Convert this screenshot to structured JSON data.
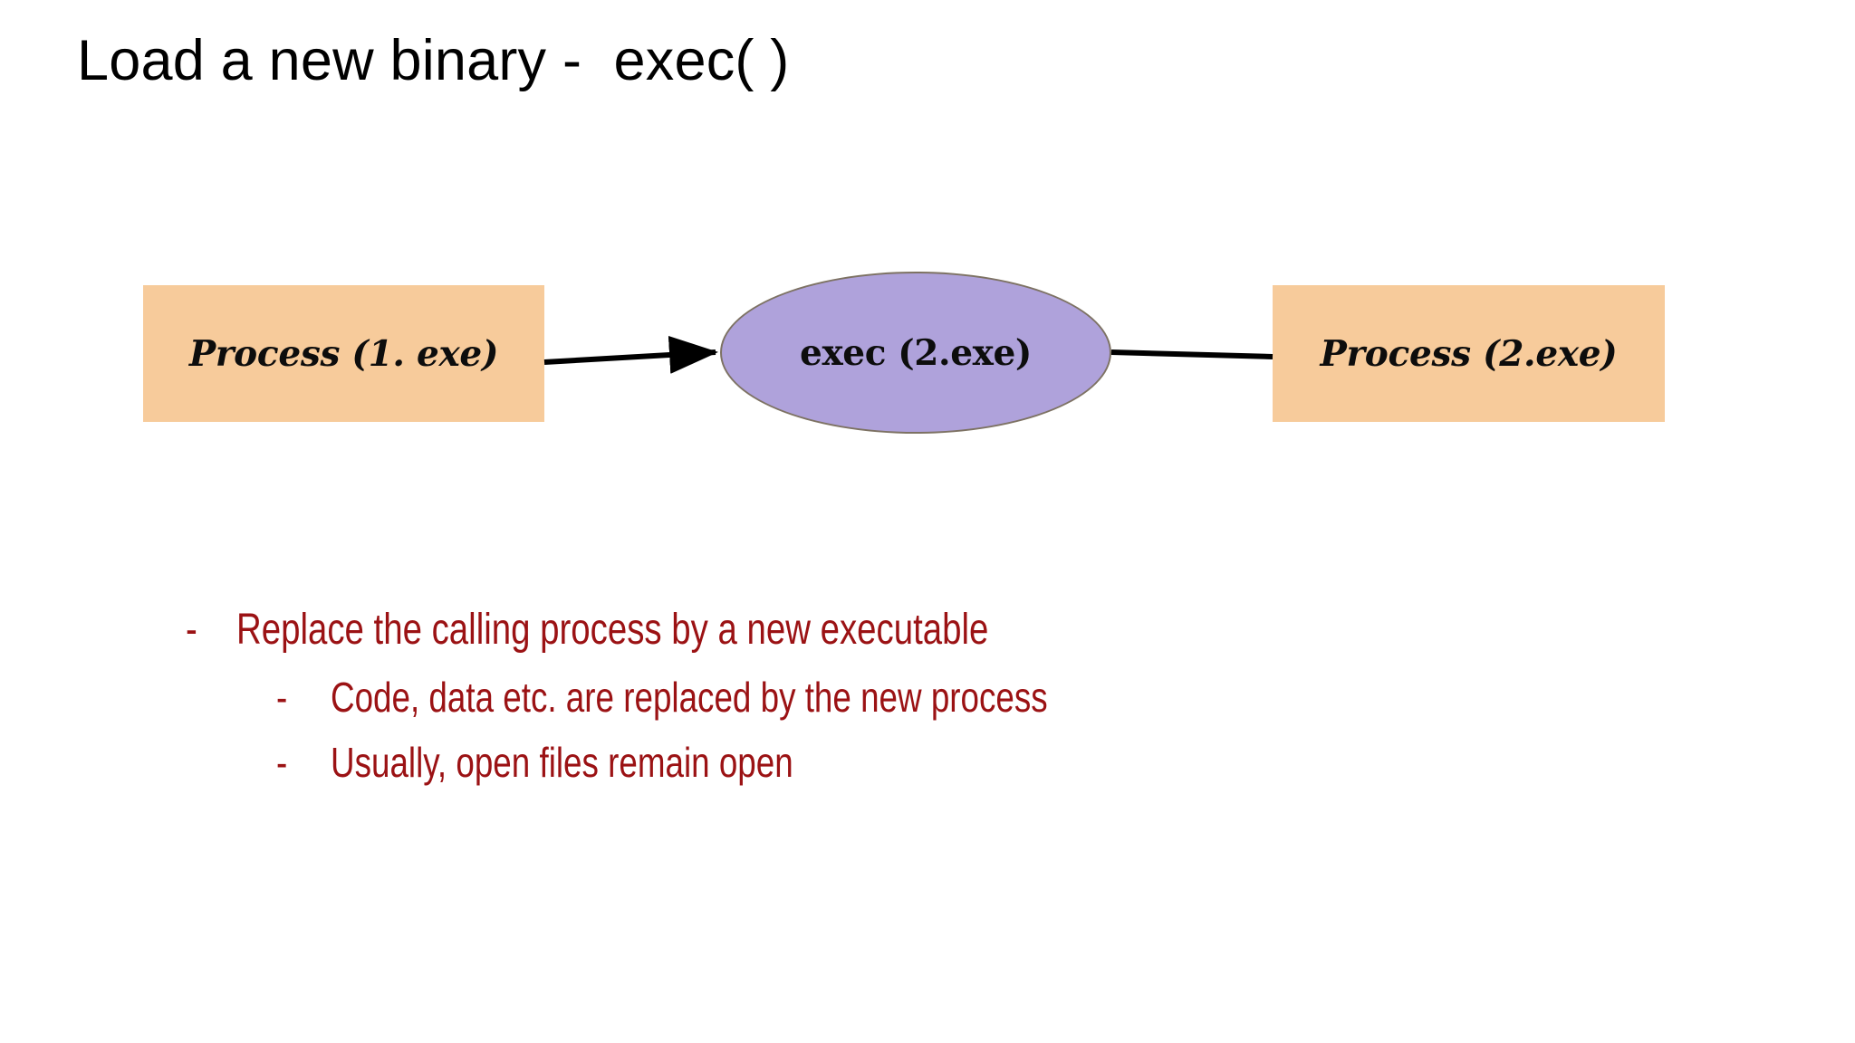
{
  "slide": {
    "background_color": "#FFFFFF",
    "title": "Load a new binary -  exec( )"
  },
  "diagram": {
    "nodes": [
      {
        "id": "process-1",
        "shape": "rectangle",
        "label": "Process (1. exe)",
        "fill_color": "#F7CB9B"
      },
      {
        "id": "exec-call",
        "shape": "ellipse",
        "label": "exec (2.exe)",
        "fill_color": "#AFA2DB",
        "border_color": "#7D7263"
      },
      {
        "id": "process-2",
        "shape": "rectangle",
        "label": "Process (2.exe)",
        "fill_color": "#F7CB9B"
      }
    ],
    "connectors": [
      {
        "id": "arrow-process1-to-exec",
        "from": "process-1",
        "to": "exec-call",
        "arrowhead": "end",
        "color": "#000000"
      },
      {
        "id": "line-exec-to-process2",
        "from": "exec-call",
        "to": "process-2",
        "arrowhead": "none",
        "color": "#000000"
      }
    ]
  },
  "bullets": {
    "text_color": "#9B1214",
    "marker": "-",
    "items": [
      {
        "level": 1,
        "marker": "-",
        "text": "Replace the calling process by a new executable"
      },
      {
        "level": 2,
        "marker": "-",
        "text": "Code, data etc. are replaced by the new process"
      },
      {
        "level": 2,
        "marker": "-",
        "text": "Usually, open files remain open"
      }
    ]
  }
}
